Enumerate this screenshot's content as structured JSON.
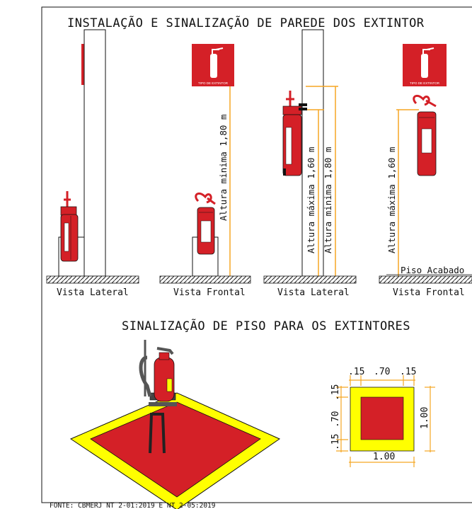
{
  "header": {
    "title": "INSTALAÇÃO E SINALIZAÇÃO DE PAREDE DOS EXTINTOR"
  },
  "section2": {
    "title": "SINALIZAÇÃO DE PISO PARA OS EXTINTORES"
  },
  "views": {
    "v1": "Vista Lateral",
    "v2": "Vista Frontal",
    "v3": "Vista Lateral",
    "v4": "Vista Frontal"
  },
  "signs": {
    "label": "TIPO DE EXTINTOR"
  },
  "dims": {
    "min_180_a": "Altura minima 1,80 m",
    "max_160_a": "Altura máxima 1,60 m",
    "min_180_b": "Altura minima 1,80 m",
    "max_160_b": "Altura máxima 1,60 m",
    "floor": "Piso Acabado"
  },
  "plan": {
    "top_a": ".15",
    "top_b": ".70",
    "top_c": ".15",
    "left_a": ".15",
    "left_b": ".70",
    "left_c": ".15",
    "right": "1.00",
    "bottom": "1.00"
  },
  "footer": {
    "source": "FONTE: CBMERJ NT 2-01:2019 E NT 2-05:2019"
  },
  "colors": {
    "red": "#d42027",
    "yellow": "#ffff00",
    "orange": "#f5a623",
    "line": "#111111"
  }
}
